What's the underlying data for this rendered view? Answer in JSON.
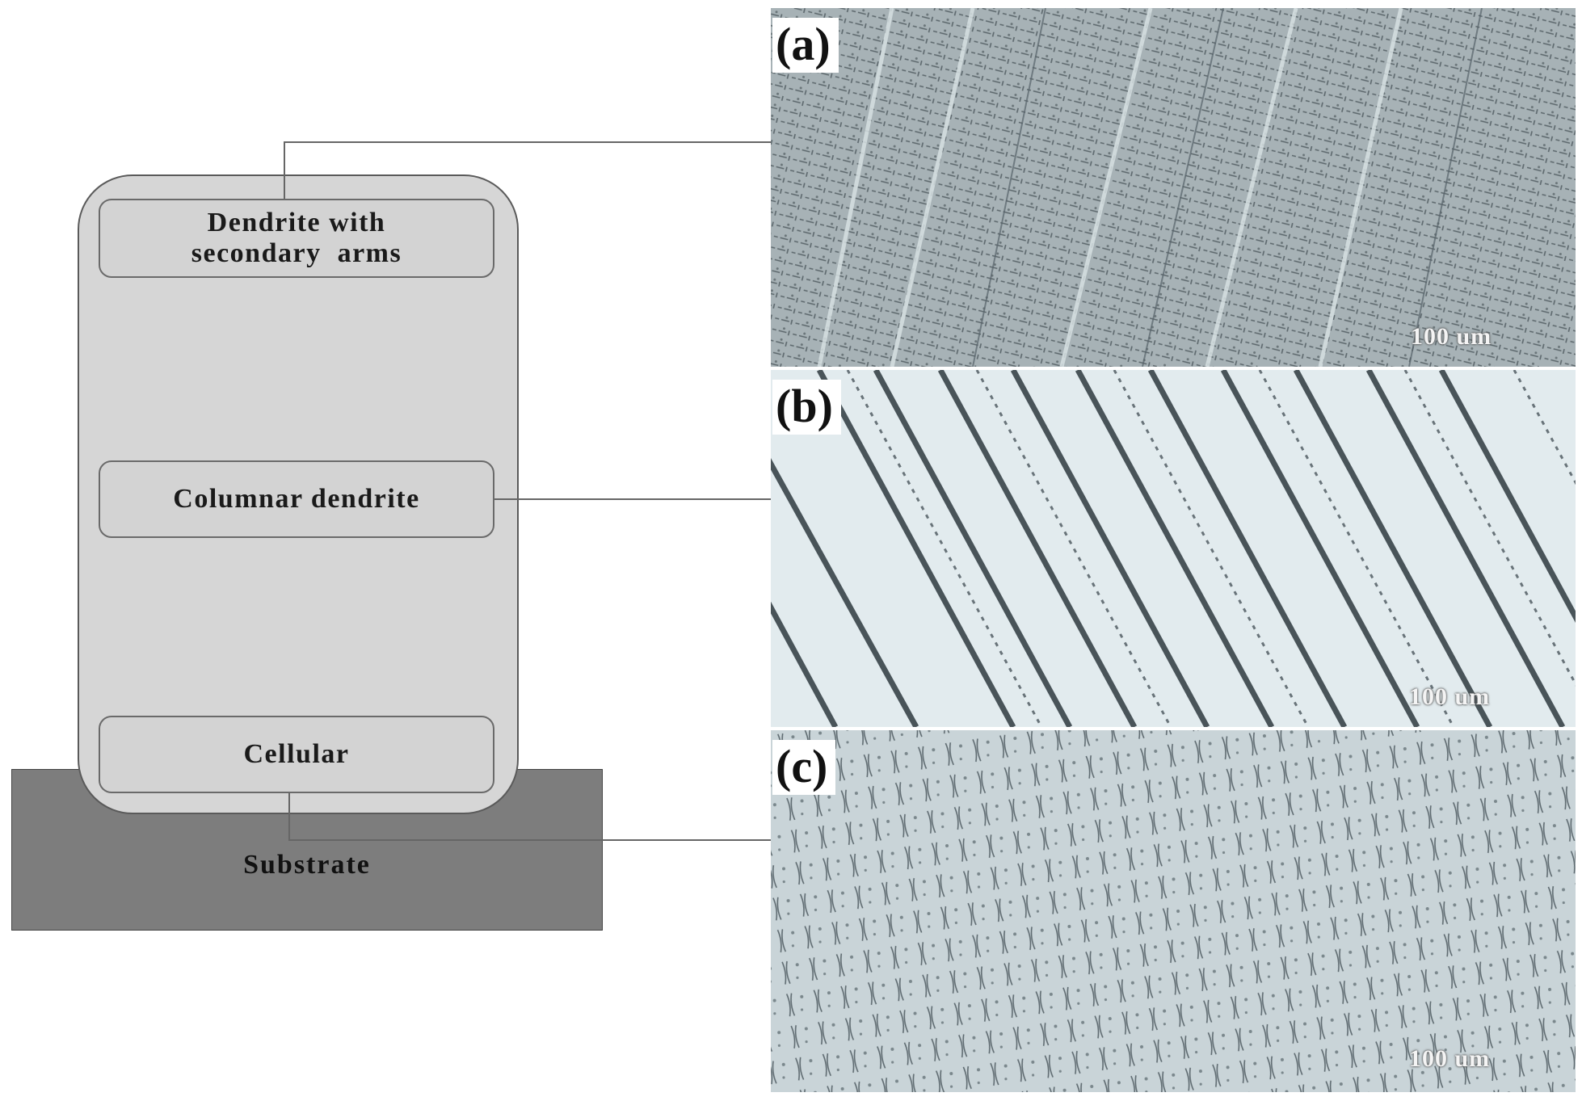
{
  "schematic": {
    "zones": {
      "top": [
        "Dendrite with",
        "secondary  arms"
      ],
      "middle": "Columnar dendrite",
      "bottom": "Cellular"
    },
    "substrate": "Substrate"
  },
  "panels": {
    "a": {
      "tag": "(a)",
      "scale": "100 um"
    },
    "b": {
      "tag": "(b)",
      "scale": "100 um"
    },
    "c": {
      "tag": "(c)",
      "scale": "100 um"
    }
  }
}
